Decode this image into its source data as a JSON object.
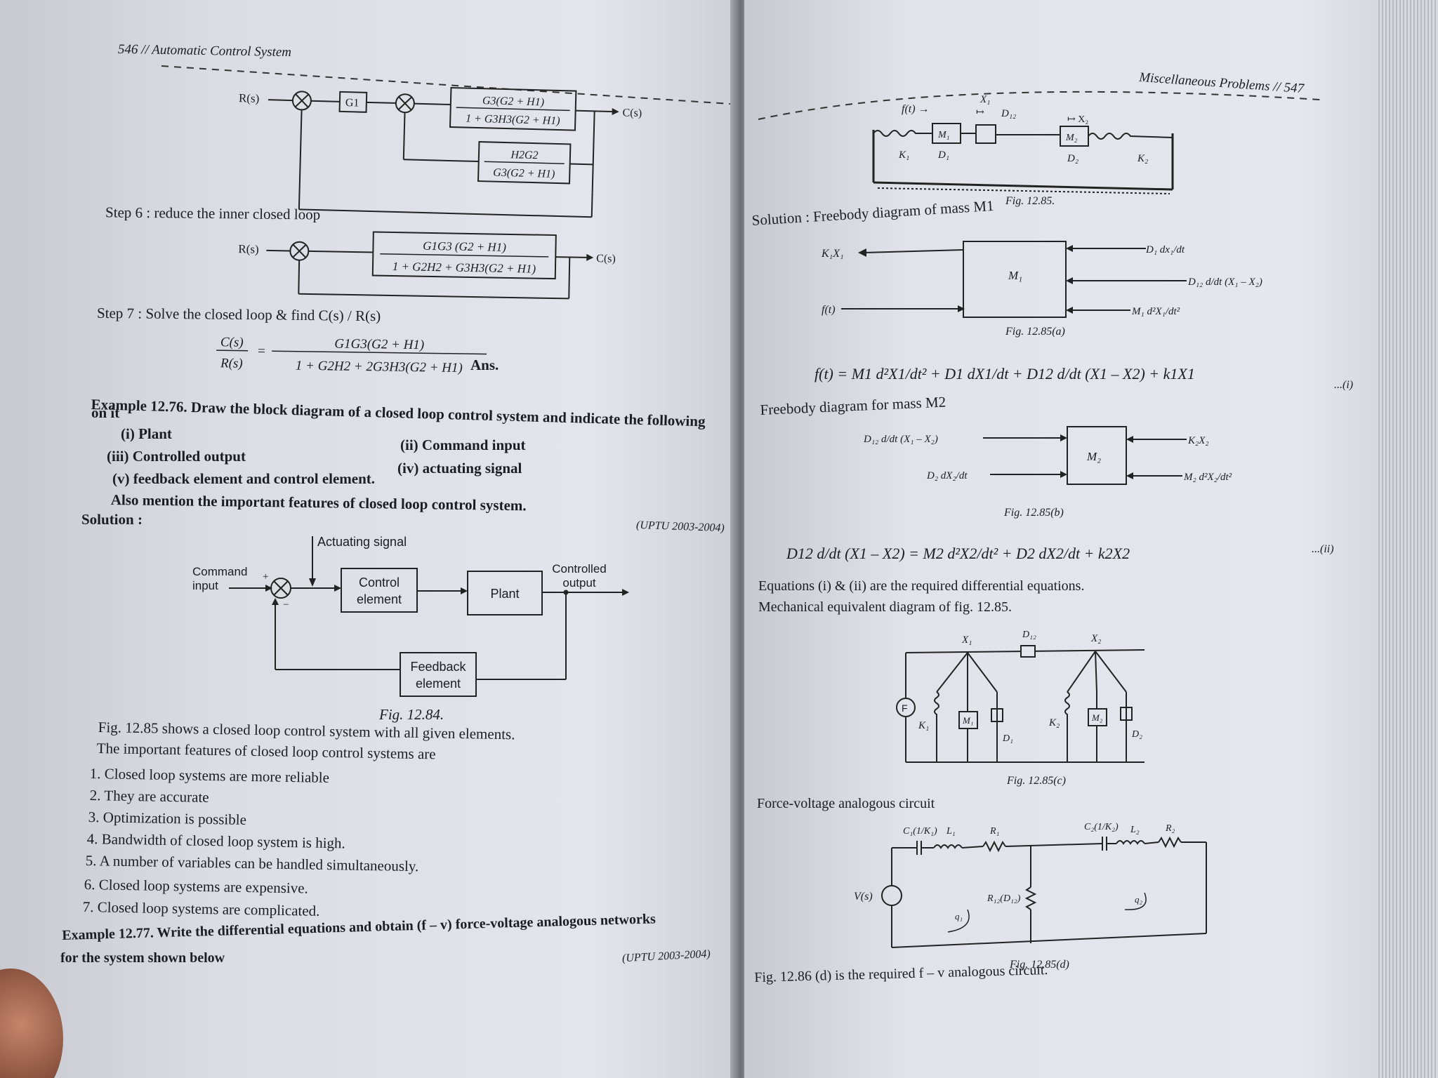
{
  "left_page": {
    "header": "546 // Automatic Control System",
    "diagram_top": {
      "input": "R(s)",
      "g1": "G1",
      "fwd_num": "G3(G2 + H1)",
      "fwd_den": "1 + G3H3(G2 + H1)",
      "fb_num": "H2G2",
      "fb_den": "G3(G2 + H1)",
      "output": "C(s)"
    },
    "step6": "Step 6 : reduce the inner closed loop",
    "diagram_mid": {
      "input": "R(s)",
      "num": "G1G3 (G2 + H1)",
      "den": "1 + G2H2 + G3H3(G2 + H1)",
      "output": "C(s)"
    },
    "step7": "Step 7 : Solve the closed loop & find C(s) / R(s)",
    "tf": {
      "lhs_num": "C(s)",
      "lhs_den": "R(s)",
      "rhs_num": "G1G3(G2 + H1)",
      "rhs_den": "1 + G2H2 + 2G3H3(G2 + H1)",
      "ans": "Ans."
    },
    "example76": {
      "line1": "Example 12.76. Draw the block diagram of a closed loop control system and indicate the following",
      "line2": "on it",
      "i": "(i) Plant",
      "ii": "(ii) Command input",
      "iii": "(iii) Controlled output",
      "iv": "(iv) actuating signal",
      "v": "(v) feedback element and control element.",
      "also": "Also mention the important features of closed loop control system.",
      "ref": "(UPTU 2003-2004)"
    },
    "solution": "Solution :",
    "block_diagram": {
      "actuating": "Actuating signal",
      "command1": "Command",
      "command2": "input",
      "control1": "Control",
      "control2": "element",
      "plant": "Plant",
      "controlled1": "Controlled",
      "controlled2": "output",
      "feedback1": "Feedback",
      "feedback2": "element"
    },
    "fig84": "Fig. 12.84.",
    "para1": "Fig. 12.85 shows a closed loop control system with all given elements.",
    "para2": "The important features of closed loop control systems are",
    "features": [
      "1.  Closed loop systems are more reliable",
      "2.  They are accurate",
      "3.  Optimization is possible",
      "4.  Bandwidth of closed loop system is high.",
      "5.  A number of variables can be handled simultaneously.",
      "6.  Closed loop systems are expensive.",
      "7.  Closed loop systems are  complicated."
    ],
    "example77": {
      "line1": "Example 12.77. Write the differential equations and obtain (f – v) force-voltage analogous networks",
      "line2": "for the system shown below",
      "ref": "(UPTU 2003-2004)"
    }
  },
  "right_page": {
    "header": "Miscellaneous Problems // 547",
    "fig85": "Fig. 12.85.",
    "solution_line": "Solution : Freebody diagram of  mass  M1",
    "fig85a": "Fig. 12.85(a)",
    "eq_i": "f(t) = M1 d²X1/dt² + D1 dX1/dt + D12 d/dt (X1 – X2) + k1X1",
    "eq_i_tag": "...(i)",
    "fbd2_title": "Freebody diagram for mass M2",
    "fig85b": "Fig. 12.85(b)",
    "eq_ii": "D12 d/dt (X1 – X2) = M2 d²X2/dt² + D2 dX2/dt + k2X2",
    "eq_ii_tag": "...(ii)",
    "eq_note": "Equations (i) & (ii) are the required differential equations.",
    "mech_note": "Mechanical equivalent diagram of fig. 12.85.",
    "fig85c": "Fig. 12.85(c)",
    "fv_title": "Force-voltage analogous circuit",
    "fig85d": "Fig. 12.85(d)",
    "final": "Fig. 12.86 (d) is the required f – v analogous circuit."
  }
}
